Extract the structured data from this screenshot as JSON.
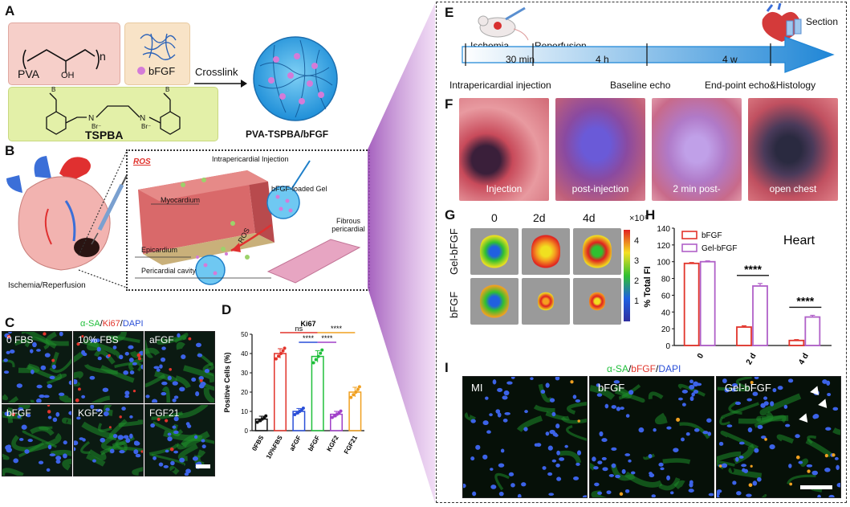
{
  "panels": {
    "A": {
      "label": "A",
      "pva": "PVA",
      "oh": "OH",
      "n": "n",
      "bfgf": "bFGF",
      "br1": "Br⁻",
      "br2": "Br⁻",
      "tspba": "TSPBA",
      "crosslink": "Crosslink",
      "product": "PVA-TSPBA/bFGF"
    },
    "B": {
      "label": "B",
      "ros": "ROS",
      "injection": "Intrapericardial  Injection",
      "myocardium": "Myocardium",
      "gel": "bFGF-loaded Gel",
      "fibrous": "Fibrous pericardial",
      "epicardium": "Epicardium",
      "ros_arrow": "ROS",
      "cavity": "Pericardial cavity",
      "ischemia": "Ischemia/Reperfusion"
    },
    "C": {
      "label": "C",
      "legend": {
        "asa": "α-SA",
        "ki67": "Ki67",
        "dapi": "DAPI",
        "sep": "/"
      },
      "tiles": [
        "0 FBS",
        "10% FBS",
        "aFGF",
        "bFGF",
        "KGF2",
        "FGF21"
      ]
    },
    "D": {
      "label": "D"
    },
    "E": {
      "label": "E",
      "ischemia": "Ischemia",
      "reperfusion": "Reperfusion",
      "section": "Section",
      "durations": [
        "30 min",
        "4 h",
        "4 w"
      ],
      "events": [
        "Intrapericardial injection",
        "Baseline echo",
        "End-point echo&Histology"
      ]
    },
    "F": {
      "label": "F",
      "photos": [
        "Injection",
        "post-injection",
        "2 min post-",
        "open chest"
      ]
    },
    "G": {
      "label": "G",
      "cols": [
        "0",
        "2d",
        "4d"
      ],
      "rows": [
        "Gel-bFGF",
        "bFGF"
      ],
      "scale_unit": "×10⁸",
      "scale_ticks": [
        "4",
        "3",
        "2",
        "1"
      ]
    },
    "H": {
      "label": "H"
    },
    "I": {
      "label": "I",
      "legend": {
        "asa": "α-SA",
        "bfgf": "bFGF",
        "dapi": "DAPI",
        "sep": "/"
      },
      "tiles": [
        "MI",
        "bFGF",
        "Gel-bFGF"
      ]
    }
  },
  "colors": {
    "pva_box": "#f6cfc9",
    "tspba_box": "#e3f0a8",
    "bfgf_box": "#f8e3c7",
    "ros_red": "#e0312b",
    "asa_green": "#1fbf3a",
    "ki67_red": "#e2342b",
    "dapi_blue": "#2a4fd8",
    "timeline_blue": "#2f8fd9",
    "purple": "#9b4fb7"
  },
  "chart_data": [
    {
      "panel": "D",
      "type": "bar",
      "title": "Ki67",
      "xlabel": "",
      "ylabel": "Positive Cells (%)",
      "categories": [
        "0FBS",
        "10%FBS",
        "aFGF",
        "bFGF",
        "KGF2",
        "FGF21"
      ],
      "values": [
        6,
        40,
        10,
        38.5,
        8.5,
        20
      ],
      "errors": [
        1.5,
        2.5,
        1.5,
        3,
        1.5,
        2.5
      ],
      "colors": [
        "#111111",
        "#e2342b",
        "#2a4fd8",
        "#1fbf3a",
        "#a040c8",
        "#f0a020"
      ],
      "ylim": [
        0,
        50
      ],
      "yticks": [
        0,
        10,
        20,
        30,
        40,
        50
      ],
      "significance": [
        {
          "from": 1,
          "to": 3,
          "label": "ns",
          "level": 1,
          "color": "#e2342b"
        },
        {
          "from": 2,
          "to": 3,
          "label": "****",
          "level": 0,
          "color": "#2a4fd8"
        },
        {
          "from": 3,
          "to": 4,
          "label": "****",
          "level": 0,
          "color": "#a040c8"
        },
        {
          "from": 3,
          "to": 5,
          "label": "****",
          "level": 1,
          "color": "#f0a020"
        }
      ]
    },
    {
      "panel": "H",
      "type": "bar",
      "title": "Heart",
      "xlabel": "",
      "ylabel": "% Total FI",
      "categories": [
        "0",
        "2 d",
        "4 d"
      ],
      "ylim": [
        0,
        140
      ],
      "yticks": [
        0,
        20,
        40,
        60,
        80,
        100,
        120,
        140
      ],
      "legend_position": "top-left",
      "series": [
        {
          "name": "bFGF",
          "values": [
            98,
            22,
            6
          ],
          "errors": [
            1,
            1.5,
            1
          ],
          "color": "#e2342b"
        },
        {
          "name": "Gel-bFGF",
          "values": [
            100,
            71,
            34
          ],
          "errors": [
            1,
            3,
            2
          ],
          "color": "#b060c8"
        }
      ],
      "significance": [
        {
          "category": 1,
          "label": "****"
        },
        {
          "category": 2,
          "label": "****"
        }
      ]
    }
  ]
}
